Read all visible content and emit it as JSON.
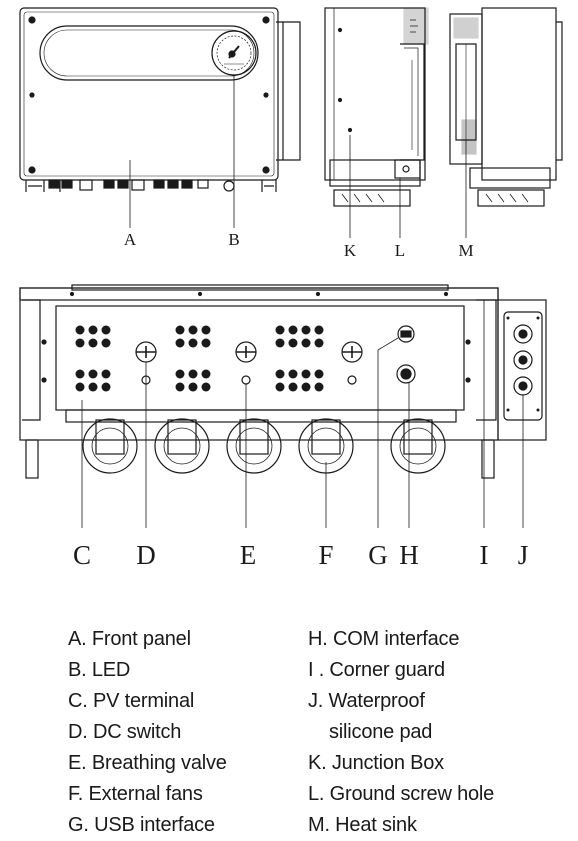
{
  "diagram": {
    "top_labels": [
      "A",
      "B",
      "K",
      "L",
      "M"
    ],
    "bottom_labels": [
      "C",
      "D",
      "E",
      "F",
      "G",
      "H",
      "I",
      "J"
    ]
  },
  "legend": {
    "left": [
      "A. Front panel",
      "B. LED",
      "C. PV terminal",
      "D. DC switch",
      "E. Breathing valve",
      "F. External fans",
      "G. USB interface"
    ],
    "right": [
      "H. COM interface",
      "I . Corner guard",
      "J. Waterproof",
      "silicone pad",
      "K. Junction Box",
      "L. Ground screw hole",
      "M. Heat sink"
    ]
  }
}
